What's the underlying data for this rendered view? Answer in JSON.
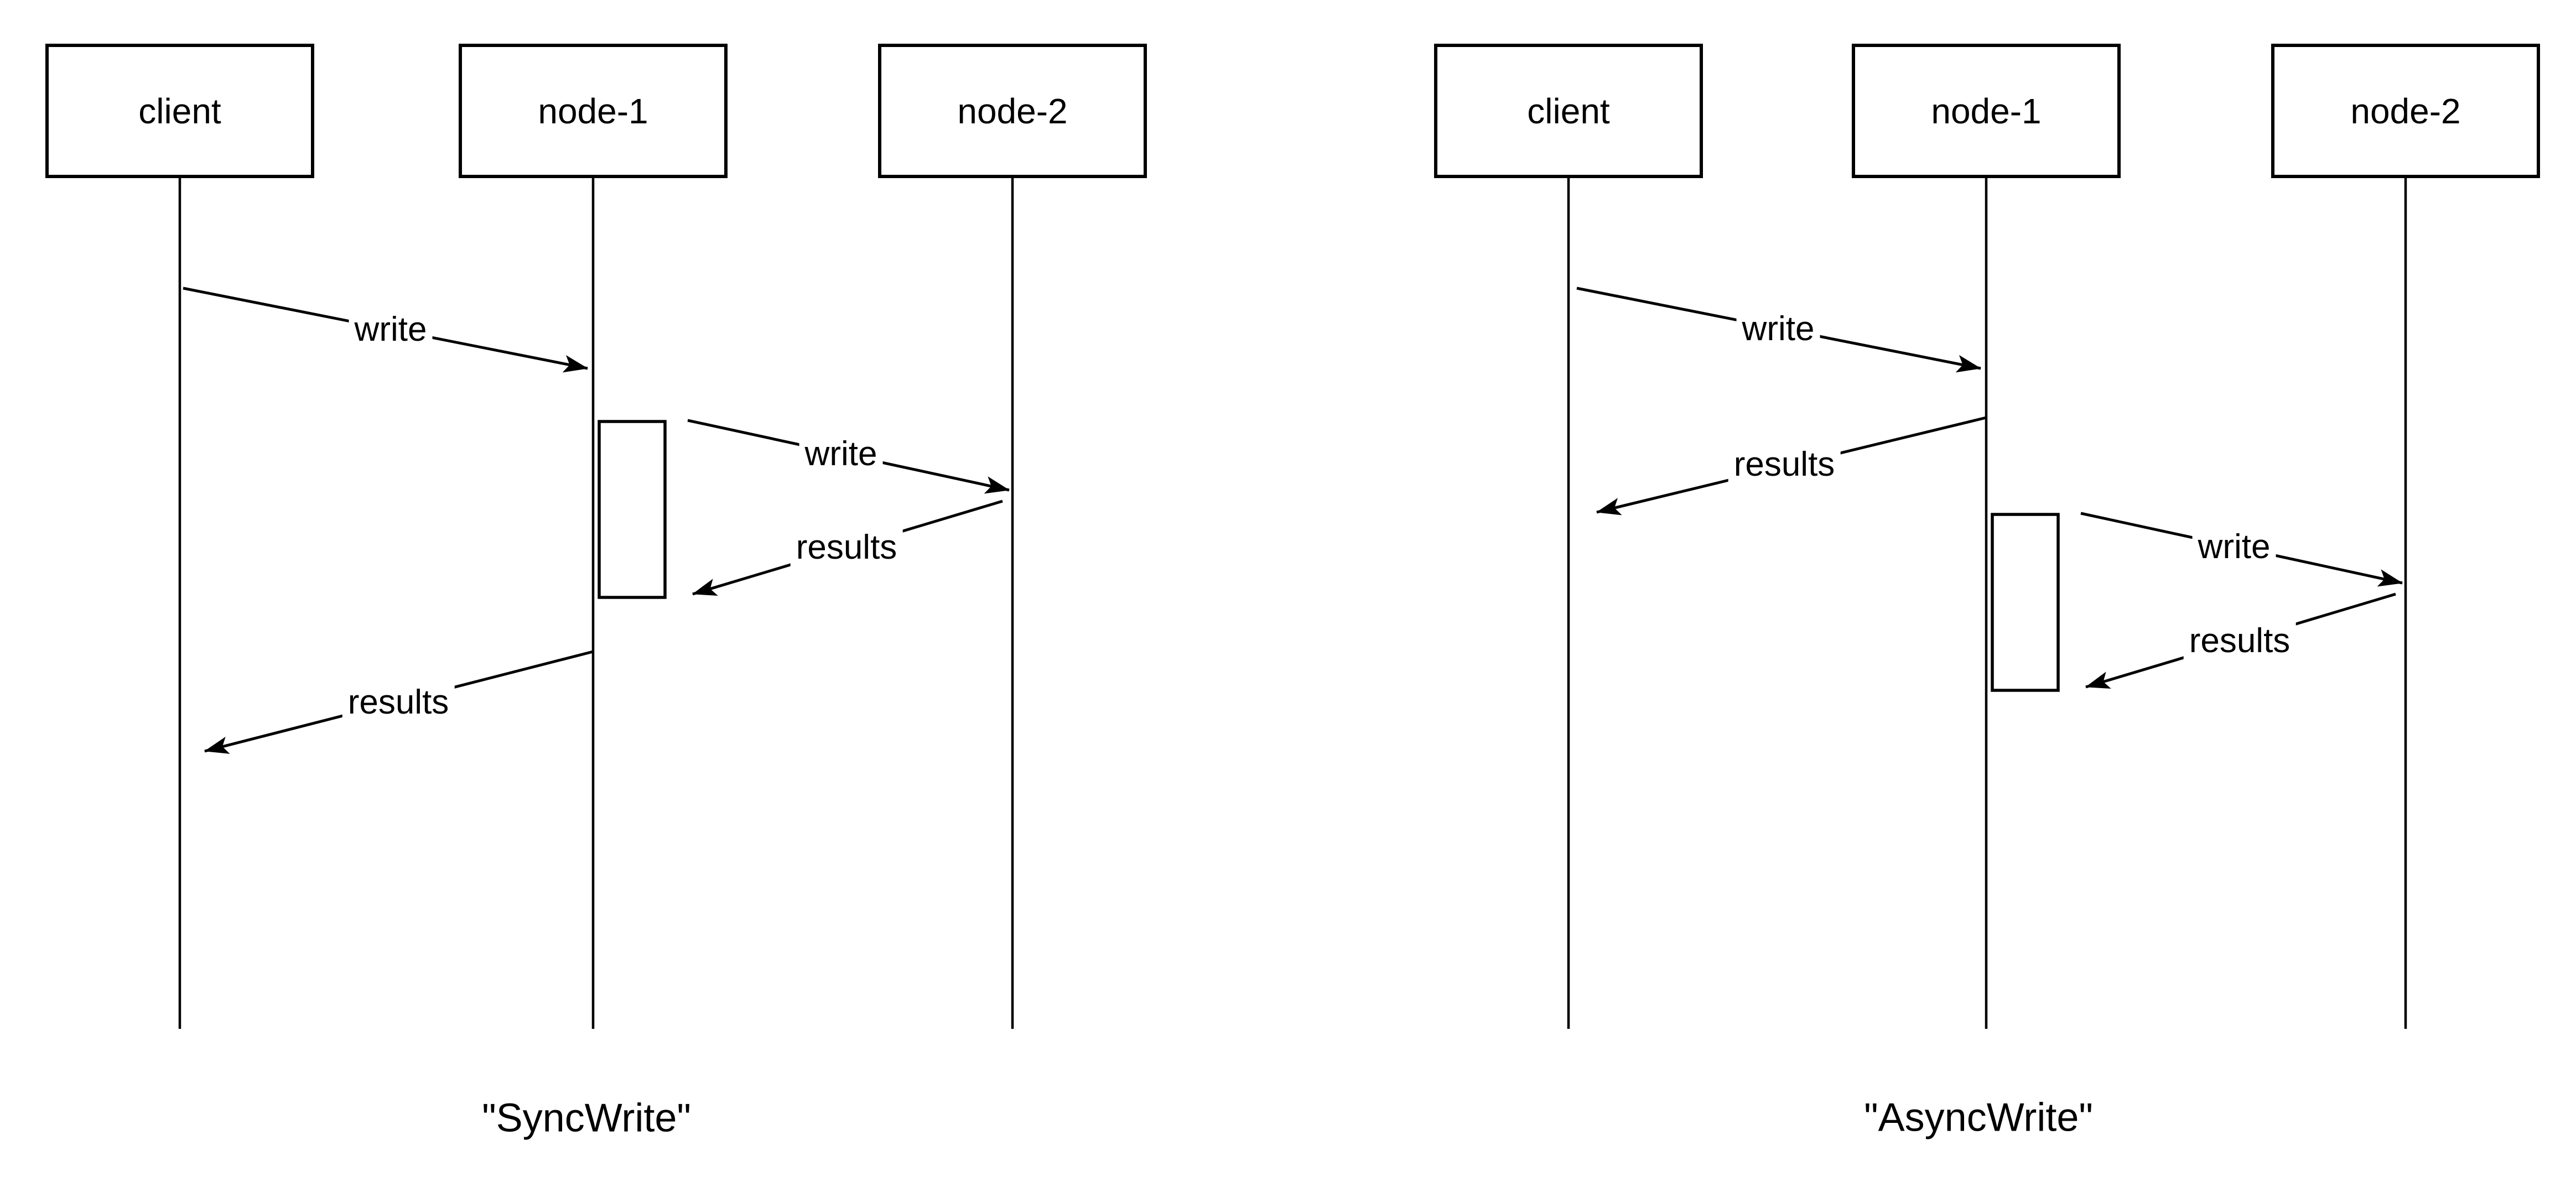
{
  "diagrams": [
    {
      "caption": "\"SyncWrite\"",
      "participants": [
        {
          "label": "client"
        },
        {
          "label": "node-1"
        },
        {
          "label": "node-2"
        }
      ],
      "messages": [
        {
          "label": "write",
          "from": "client",
          "to": "node-1"
        },
        {
          "label": "write",
          "from": "node-1",
          "to": "node-2"
        },
        {
          "label": "results",
          "from": "node-2",
          "to": "node-1"
        },
        {
          "label": "results",
          "from": "node-1",
          "to": "client"
        }
      ]
    },
    {
      "caption": "\"AsyncWrite\"",
      "participants": [
        {
          "label": "client"
        },
        {
          "label": "node-1"
        },
        {
          "label": "node-2"
        }
      ],
      "messages": [
        {
          "label": "write",
          "from": "client",
          "to": "node-1"
        },
        {
          "label": "results",
          "from": "node-1",
          "to": "client"
        },
        {
          "label": "write",
          "from": "node-1",
          "to": "node-2"
        },
        {
          "label": "results",
          "from": "node-2",
          "to": "node-1"
        }
      ]
    }
  ],
  "colors": {
    "stroke": "#000000",
    "background": "#ffffff"
  }
}
